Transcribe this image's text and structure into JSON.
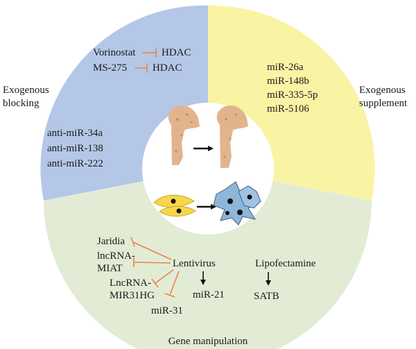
{
  "colors": {
    "exogenous_blocking": "#b4c7e7",
    "exogenous_supplement": "#f9f3a4",
    "gene_manipulation": "#e2ecd5",
    "center": "#ffffff",
    "inhibit_line": "#e8824d",
    "arrow": "#111111",
    "bone": "#e2b48e",
    "bone_spots": "#c98d66",
    "cell_yellow": "#f7d64c",
    "cell_blue": "#8db6d9",
    "nucleus": "#111111"
  },
  "sections": {
    "exogenous_blocking": {
      "label_line1": "Exogenous",
      "label_line2": "blocking"
    },
    "exogenous_supplement": {
      "label_line1": "Exogenous",
      "label_line2": "supplement"
    },
    "gene_manipulation": {
      "label": "Gene manipulation"
    }
  },
  "blocking": {
    "inhibitors": [
      {
        "drug": "Vorinostat",
        "target": "HDAC"
      },
      {
        "drug": "MS-275",
        "target": "HDAC"
      }
    ],
    "anti_mirs": [
      "anti-miR-34a",
      "anti-miR-138",
      "anti-miR-222"
    ]
  },
  "supplement": {
    "mirs": [
      "miR-26a",
      "miR-148b",
      "miR-335-5p",
      "miR-5106"
    ]
  },
  "gene": {
    "vector": "Lentivirus",
    "inhibited_targets": [
      "Jaridia",
      "lncRNA-",
      "MIAT",
      "LncRNA-",
      "MIR31HG",
      "miR-31"
    ],
    "induced_target": "miR-21",
    "transfection": "Lipofectamine",
    "transfection_target": "SATB"
  }
}
